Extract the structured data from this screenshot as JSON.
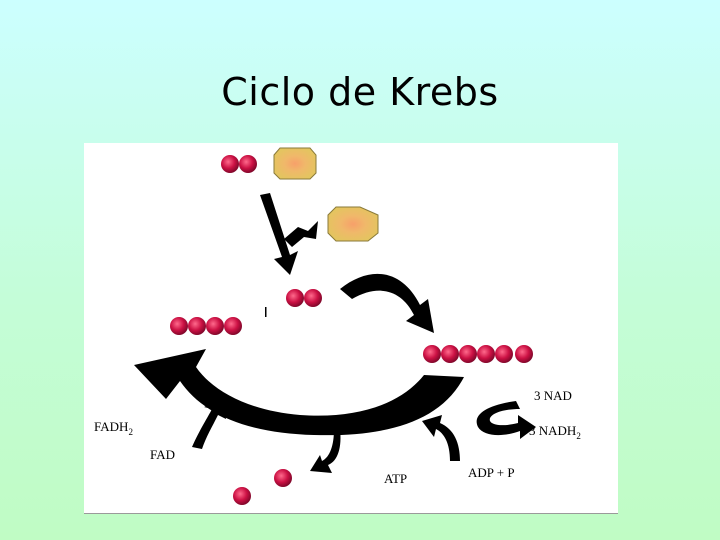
{
  "slide": {
    "title": "Ciclo de Krebs"
  },
  "diagram": {
    "labels": {
      "nad": "3 NAD",
      "nadh2": "3 NADH",
      "fadh2": "FADH",
      "fad": "FAD",
      "atp": "ATP",
      "adp": "ADP + P",
      "subscript": "2"
    },
    "colors": {
      "molecule": "#cc1144",
      "molecule_highlight": "#ff6a8c",
      "coa_fill": "#e6c867",
      "coa_center": "#f29a5c",
      "arrow": "#000000"
    }
  }
}
